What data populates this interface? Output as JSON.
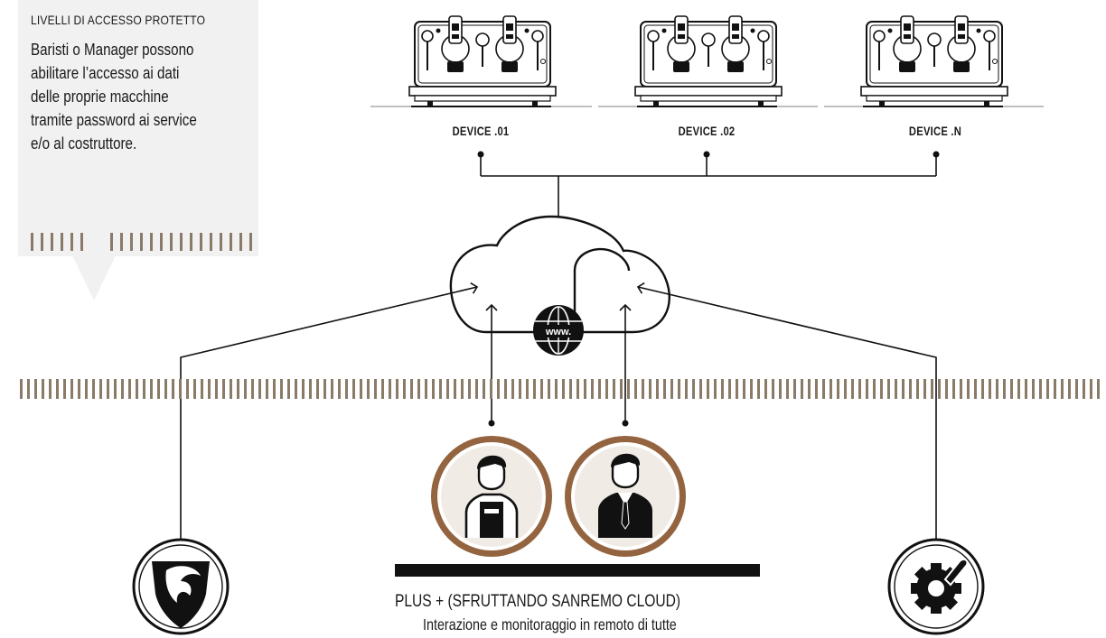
{
  "callout": {
    "title": "LIVELLI DI ACCESSO PROTETTO",
    "lines": [
      "Baristi o Manager possono",
      "abilitare l’accesso ai dati",
      "delle proprie macchine",
      "tramite password ai service",
      "e/o al costruttore."
    ]
  },
  "devices": [
    {
      "label": "DEVICE .01"
    },
    {
      "label": "DEVICE .02"
    },
    {
      "label": "DEVICE .N"
    }
  ],
  "cloud": {
    "globe_text": "www."
  },
  "plus": {
    "title": "PLUS + (SFRUTTANDO SANREMO CLOUD)",
    "subtitle": "Interazione e monitoraggio in remoto di tutte"
  },
  "icons": {
    "barista": "barista-icon",
    "manager": "manager-icon",
    "manufacturer": "shield-logo-icon",
    "service": "gear-wrench-icon",
    "globe": "globe-icon",
    "machine": "espresso-machine-icon"
  },
  "colors": {
    "ring": "#93643f",
    "stripe": "#8a7a68",
    "dark": "#111111",
    "callout_bg": "#f1f1f1"
  }
}
